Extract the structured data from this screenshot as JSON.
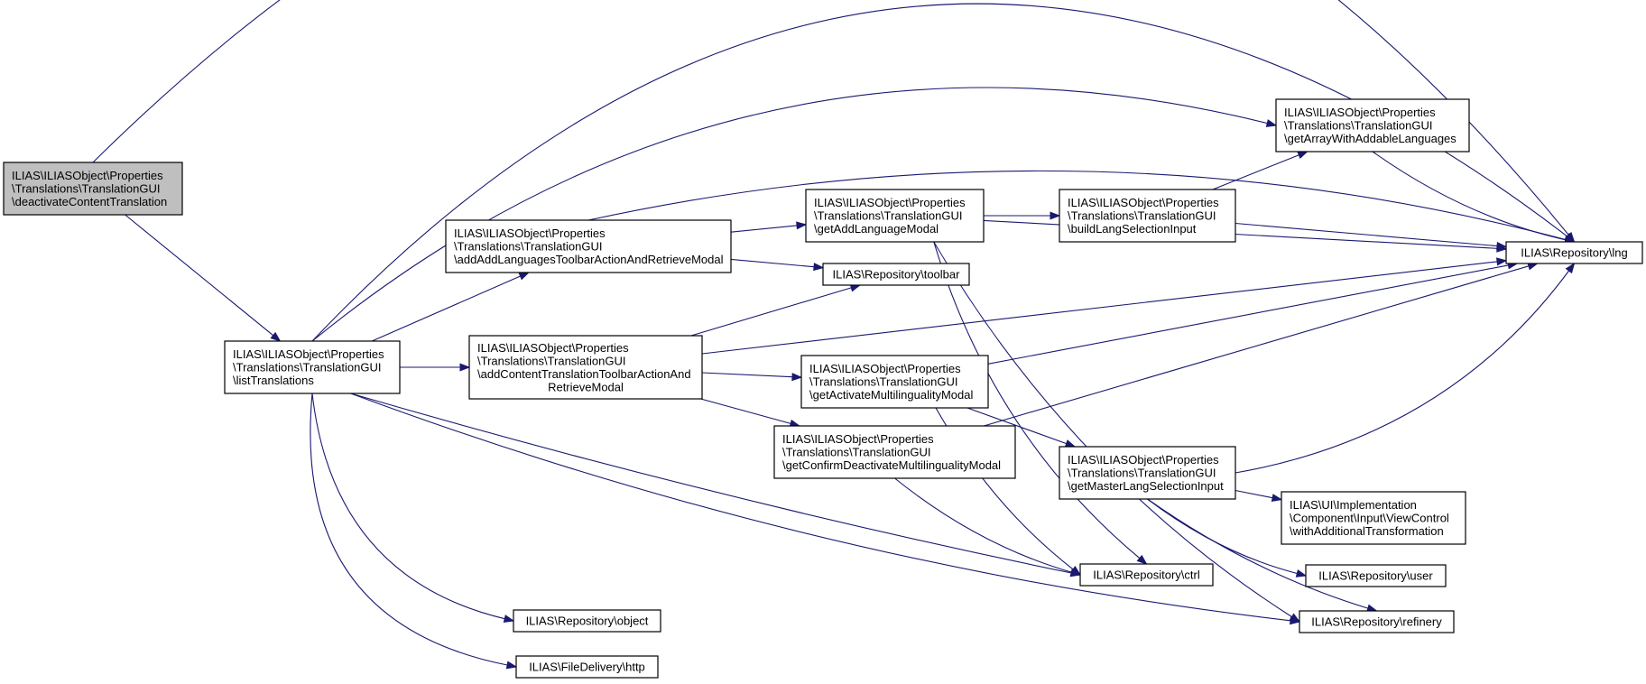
{
  "colors": {
    "edge": "#191970",
    "node_fill": "#ffffff",
    "focus_fill": "#bfbfbf",
    "border": "#000000"
  },
  "nodes": {
    "deactivate": {
      "lines": [
        "ILIAS\\ILIASObject\\Properties",
        "\\Translations\\TranslationGUI",
        "\\deactivateContentTranslation"
      ],
      "focus": true
    },
    "list": {
      "lines": [
        "ILIAS\\ILIASObject\\Properties",
        "\\Translations\\TranslationGUI",
        "\\listTranslations"
      ]
    },
    "addLangToolbar": {
      "lines": [
        "ILIAS\\ILIASObject\\Properties",
        "\\Translations\\TranslationGUI",
        "\\addAddLanguagesToolbarActionAndRetrieveModal"
      ]
    },
    "addContentToolbar": {
      "lines": [
        "ILIAS\\ILIASObject\\Properties",
        "\\Translations\\TranslationGUI",
        "\\addContentTranslationToolbarActionAnd",
        "RetrieveModal"
      ]
    },
    "getAddLanguageModal": {
      "lines": [
        "ILIAS\\ILIASObject\\Properties",
        "\\Translations\\TranslationGUI",
        "\\getAddLanguageModal"
      ]
    },
    "toolbar": {
      "lines": [
        "ILIAS\\Repository\\toolbar"
      ]
    },
    "getActivate": {
      "lines": [
        "ILIAS\\ILIASObject\\Properties",
        "\\Translations\\TranslationGUI",
        "\\getActivateMultilingualityModal"
      ]
    },
    "getConfirm": {
      "lines": [
        "ILIAS\\ILIASObject\\Properties",
        "\\Translations\\TranslationGUI",
        "\\getConfirmDeactivateMultilingualityModal"
      ]
    },
    "buildLang": {
      "lines": [
        "ILIAS\\ILIASObject\\Properties",
        "\\Translations\\TranslationGUI",
        "\\buildLangSelectionInput"
      ]
    },
    "getArray": {
      "lines": [
        "ILIAS\\ILIASObject\\Properties",
        "\\Translations\\TranslationGUI",
        "\\getArrayWithAddableLanguages"
      ]
    },
    "getMaster": {
      "lines": [
        "ILIAS\\ILIASObject\\Properties",
        "\\Translations\\TranslationGUI",
        "\\getMasterLangSelectionInput"
      ]
    },
    "lng": {
      "lines": [
        "ILIAS\\Repository\\lng"
      ]
    },
    "ctrl": {
      "lines": [
        "ILIAS\\Repository\\ctrl"
      ]
    },
    "object": {
      "lines": [
        "ILIAS\\Repository\\object"
      ]
    },
    "http": {
      "lines": [
        "ILIAS\\FileDelivery\\http"
      ]
    },
    "refinery": {
      "lines": [
        "ILIAS\\Repository\\refinery"
      ]
    },
    "user": {
      "lines": [
        "ILIAS\\Repository\\user"
      ]
    },
    "withAdditional": {
      "lines": [
        "ILIAS\\UI\\Implementation",
        "\\Component\\Input\\ViewControl",
        "\\withAdditionalTransformation"
      ]
    }
  },
  "edges": [
    [
      "deactivate",
      "list"
    ],
    [
      "deactivate",
      "lng"
    ],
    [
      "list",
      "addLangToolbar"
    ],
    [
      "list",
      "addContentToolbar"
    ],
    [
      "list",
      "getArray"
    ],
    [
      "list",
      "lng"
    ],
    [
      "list",
      "ctrl"
    ],
    [
      "list",
      "object"
    ],
    [
      "list",
      "http"
    ],
    [
      "list",
      "refinery"
    ],
    [
      "addLangToolbar",
      "getAddLanguageModal"
    ],
    [
      "addLangToolbar",
      "toolbar"
    ],
    [
      "addLangToolbar",
      "lng"
    ],
    [
      "addContentToolbar",
      "toolbar"
    ],
    [
      "addContentToolbar",
      "getActivate"
    ],
    [
      "addContentToolbar",
      "getConfirm"
    ],
    [
      "addContentToolbar",
      "lng"
    ],
    [
      "getAddLanguageModal",
      "buildLang"
    ],
    [
      "getAddLanguageModal",
      "lng"
    ],
    [
      "getAddLanguageModal",
      "ctrl"
    ],
    [
      "getAddLanguageModal",
      "refinery"
    ],
    [
      "buildLang",
      "getArray"
    ],
    [
      "buildLang",
      "lng"
    ],
    [
      "getArray",
      "lng"
    ],
    [
      "getActivate",
      "getMaster"
    ],
    [
      "getActivate",
      "lng"
    ],
    [
      "getActivate",
      "ctrl"
    ],
    [
      "getConfirm",
      "lng"
    ],
    [
      "getConfirm",
      "ctrl"
    ],
    [
      "getMaster",
      "lng"
    ],
    [
      "getMaster",
      "withAdditional"
    ],
    [
      "getMaster",
      "user"
    ],
    [
      "getMaster",
      "refinery"
    ]
  ]
}
